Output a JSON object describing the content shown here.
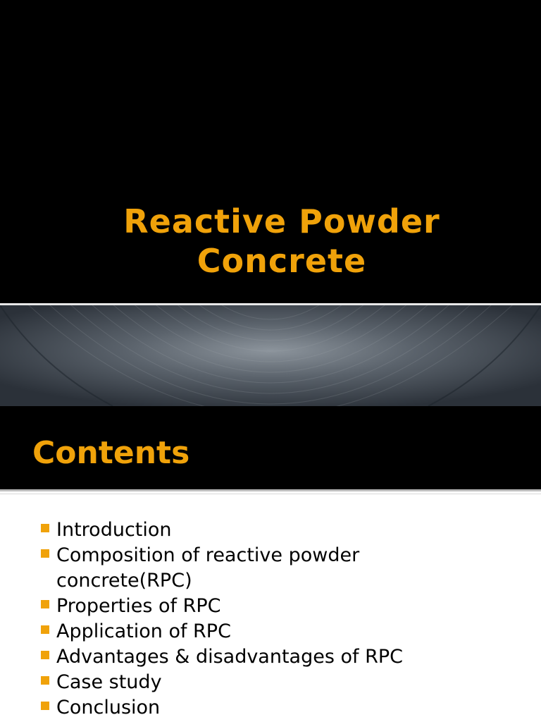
{
  "title_slide": {
    "title_line1": "Reactive Powder",
    "title_line2": "Concrete"
  },
  "contents_slide": {
    "heading": "Contents",
    "items": [
      {
        "line1": "Introduction",
        "line2": ""
      },
      {
        "line1": "Composition of reactive powder",
        "line2": "concrete(RPC)"
      },
      {
        "line1": "Properties of RPC",
        "line2": ""
      },
      {
        "line1": "Application of RPC",
        "line2": ""
      },
      {
        "line1": "Advantages & disadvantages of RPC",
        "line2": ""
      },
      {
        "line1": "Case study",
        "line2": ""
      },
      {
        "line1": "Conclusion",
        "line2": ""
      }
    ]
  },
  "colors": {
    "accent": "#f0a20a",
    "background": "#000000",
    "band": "#2f3640",
    "body_text": "#000000"
  },
  "icons": {
    "bullet": "square-bullet-icon"
  }
}
